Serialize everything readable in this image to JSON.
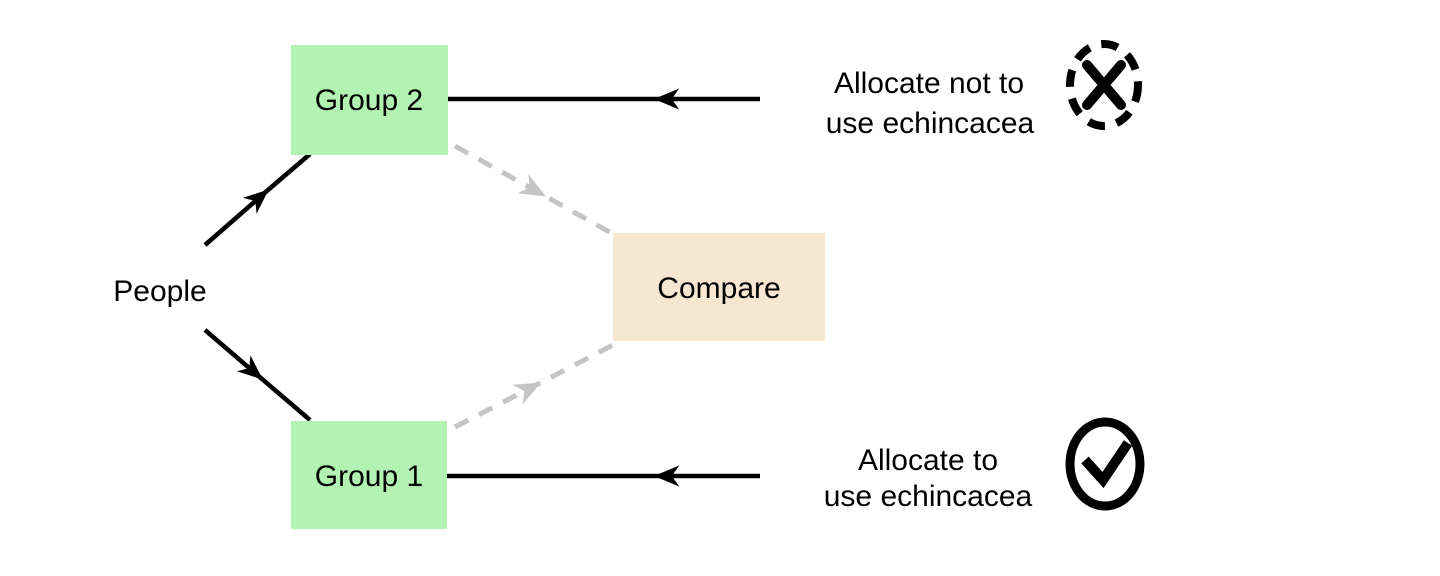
{
  "colors": {
    "background": "#ffffff",
    "group_box_fill": "#b2f2b2",
    "compare_box_fill": "#f8e7d0",
    "arrow": "#000000",
    "dashed_arrow": "#c4c4c4",
    "text": "#000000"
  },
  "nodes": {
    "people": {
      "label": "People"
    },
    "group2": {
      "label": "Group 2"
    },
    "group1": {
      "label": "Group 1"
    },
    "compare": {
      "label": "Compare"
    }
  },
  "annotations": {
    "allocate_not": {
      "line1": "Allocate not to",
      "line2": "use echincacea",
      "icon": "dashed-circle-x-icon"
    },
    "allocate": {
      "line1": "Allocate to",
      "line2": "use echincacea",
      "icon": "circle-check-icon"
    }
  }
}
